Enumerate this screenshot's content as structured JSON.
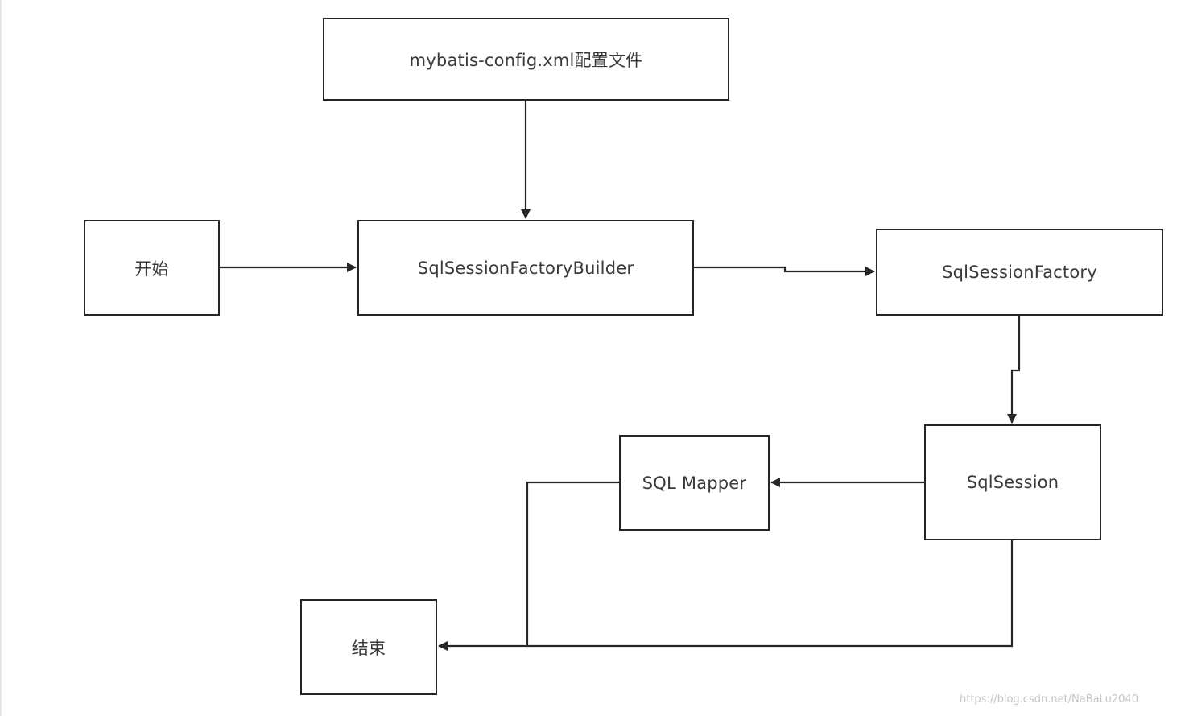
{
  "nodes": {
    "config": "mybatis-config.xml配置文件",
    "start": "开始",
    "builder": "SqlSessionFactoryBuilder",
    "factory": "SqlSessionFactory",
    "mapper": "SQL Mapper",
    "session": "SqlSession",
    "end": "结束"
  },
  "watermark": "https://blog.csdn.net/NaBaLu2040",
  "colors": {
    "line": "#262626",
    "text": "#3a3a3a",
    "watermark": "#c4c4c4"
  }
}
